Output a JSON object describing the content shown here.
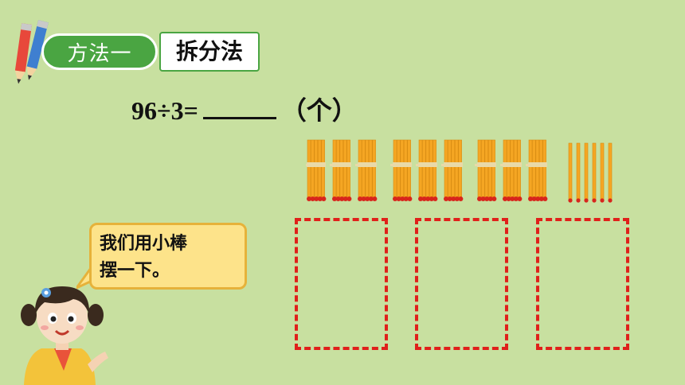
{
  "header": {
    "method_label": "方法一",
    "method_name": "拆分法"
  },
  "equation": {
    "expression": "96÷3=",
    "unit": "（个）"
  },
  "manipulatives": {
    "bundles_of_ten": 9,
    "single_sticks": 6,
    "group_count": 3
  },
  "speech_bubble": {
    "line1": "我们用小棒",
    "line2": "摆一下。"
  },
  "colors": {
    "background": "#c8e0a0",
    "accent_green": "#4aa542",
    "stick_orange": "#f5a623",
    "stick_tip_red": "#d8251c",
    "box_dashed_red": "#e0201a",
    "bubble_yellow": "#fde38a"
  }
}
